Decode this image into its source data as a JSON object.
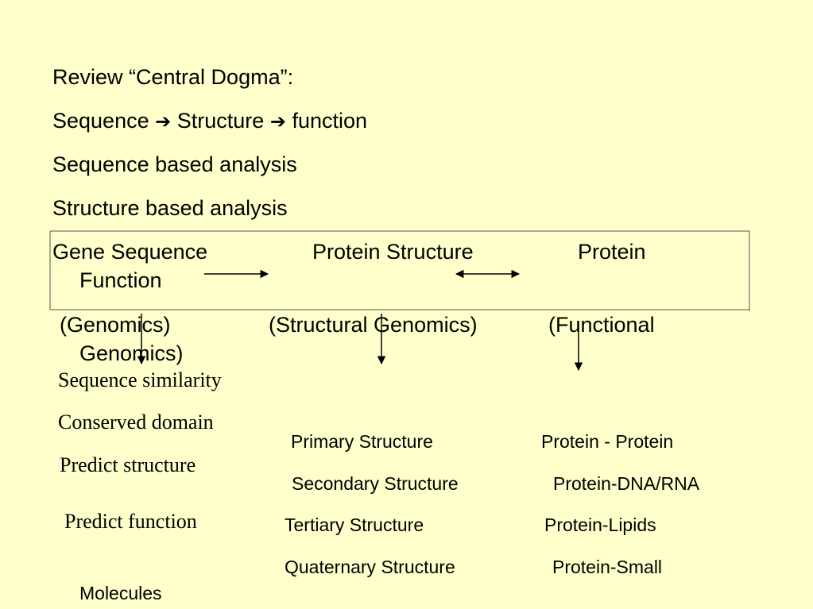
{
  "lines": {
    "review": "Review  “Central Dogma”:",
    "dogma": {
      "sequence": "Sequence",
      "structure": "Structure",
      "function": "function",
      "arrow_glyph": "➔"
    },
    "seq_analysis": "Sequence based analysis",
    "struct_analysis": "Structure based analysis"
  },
  "box": {
    "gene_sequence": "Gene Sequence",
    "protein_structure": "Protein Structure",
    "protein": "Protein",
    "function": "Function"
  },
  "genomics": {
    "genomics": "(Genomics)",
    "structural": "(Structural Genomics)",
    "functional": "(Functional",
    "genomics_cont": "Genomics)"
  },
  "sequence_col": [
    "Sequence similarity",
    "Conserved domain",
    "Predict structure",
    "Predict function"
  ],
  "structure_col": [
    "Primary Structure",
    "Secondary Structure",
    "Tertiary Structure",
    "Quaternary Structure"
  ],
  "function_col": [
    "Protein - Protein",
    "Protein-DNA/RNA",
    "Protein-Lipids",
    "Protein-Small"
  ],
  "trailing": "Molecules",
  "colors": {
    "background": "#ffffcc",
    "text": "#000000",
    "frame": "#555555"
  }
}
